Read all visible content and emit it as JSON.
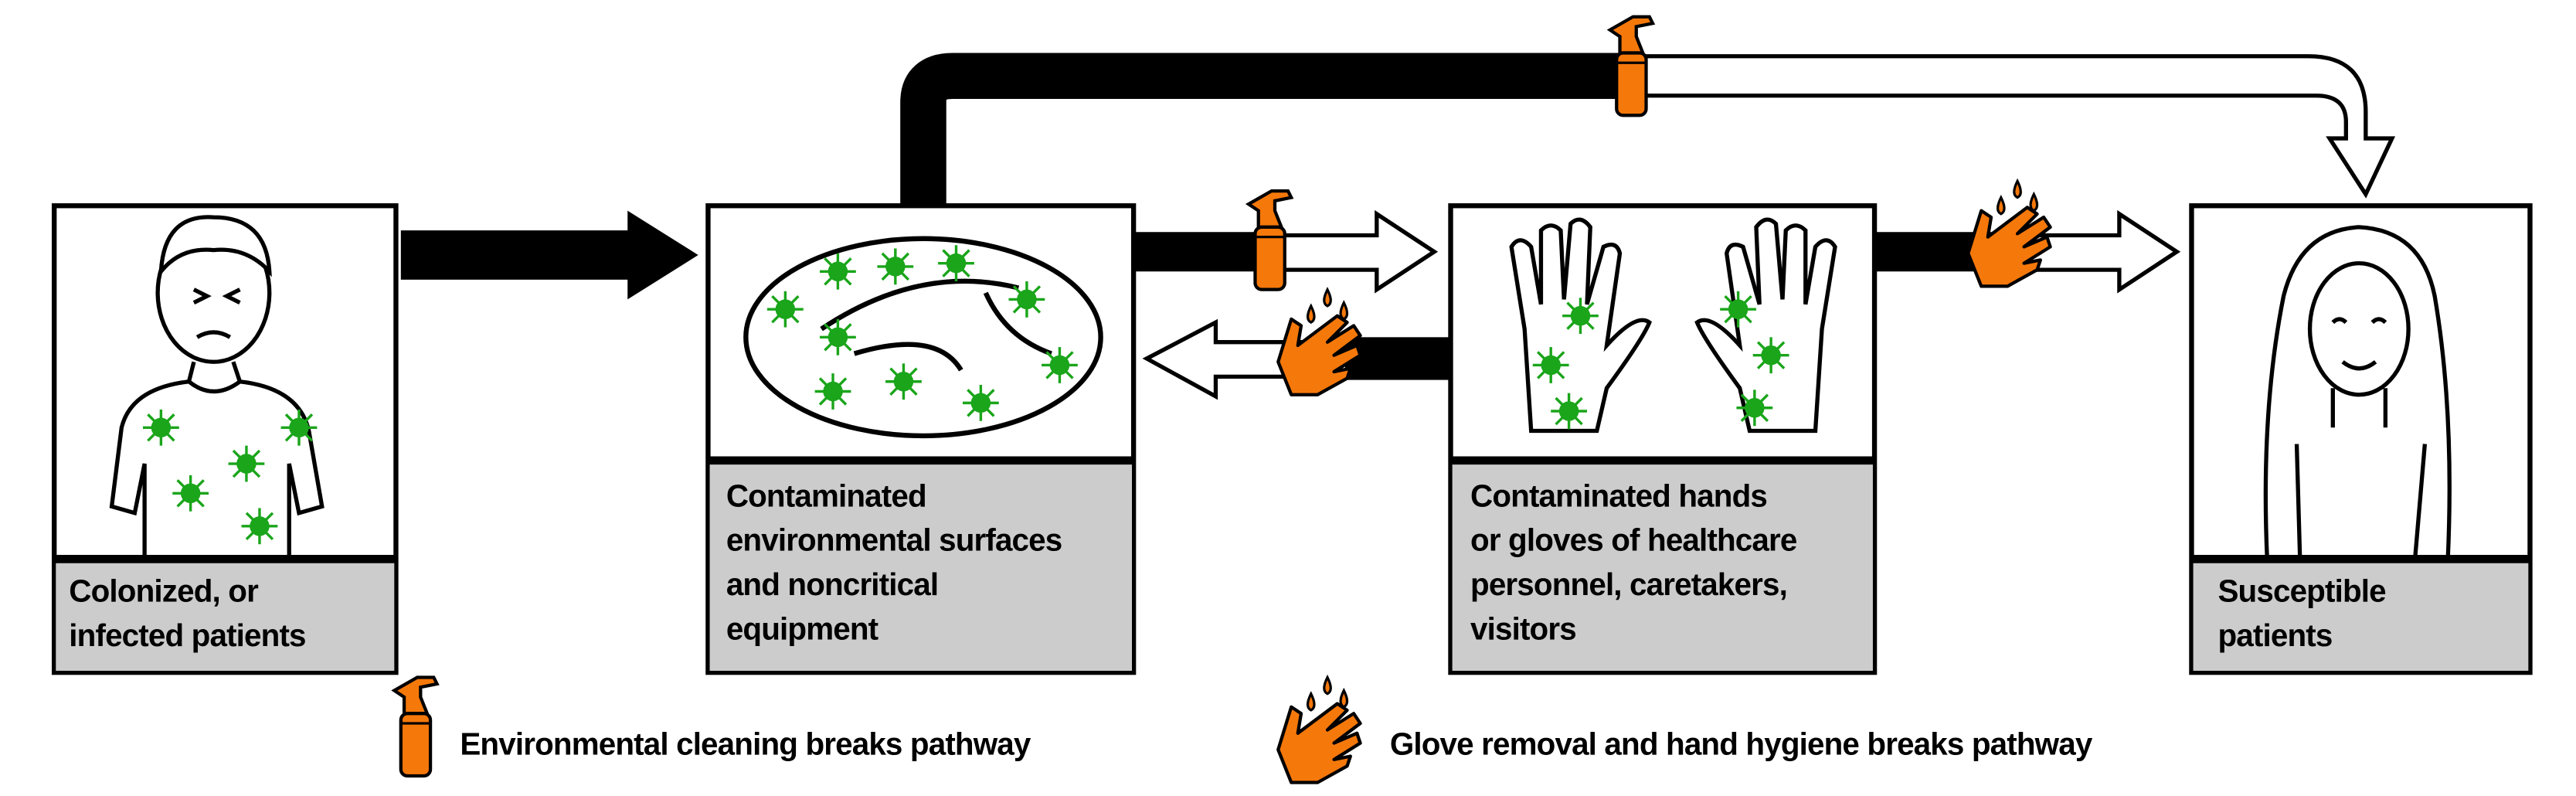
{
  "nodes": [
    {
      "label_lines": [
        "Colonized, or",
        "infected patients"
      ]
    },
    {
      "label_lines": [
        "Contaminated",
        "environmental surfaces",
        "and noncritical",
        "equipment"
      ]
    },
    {
      "label_lines": [
        "Contaminated hands",
        "or gloves of healthcare",
        "personnel, caretakers,",
        "visitors"
      ]
    },
    {
      "label_lines": [
        "Susceptible",
        "patients"
      ]
    }
  ],
  "legend": {
    "cleaning": "Environmental cleaning breaks pathway",
    "hygiene": "Glove removal and hand hygiene breaks pathway"
  },
  "colors": {
    "accent": "#f5780a",
    "virus": "#1aa51a",
    "label_bg": "#cccccc",
    "arrow": "#000000"
  },
  "icons": {
    "cleaning": "spray-bottle-icon",
    "hygiene": "hand-washing-icon",
    "pathogen": "virus-icon"
  }
}
